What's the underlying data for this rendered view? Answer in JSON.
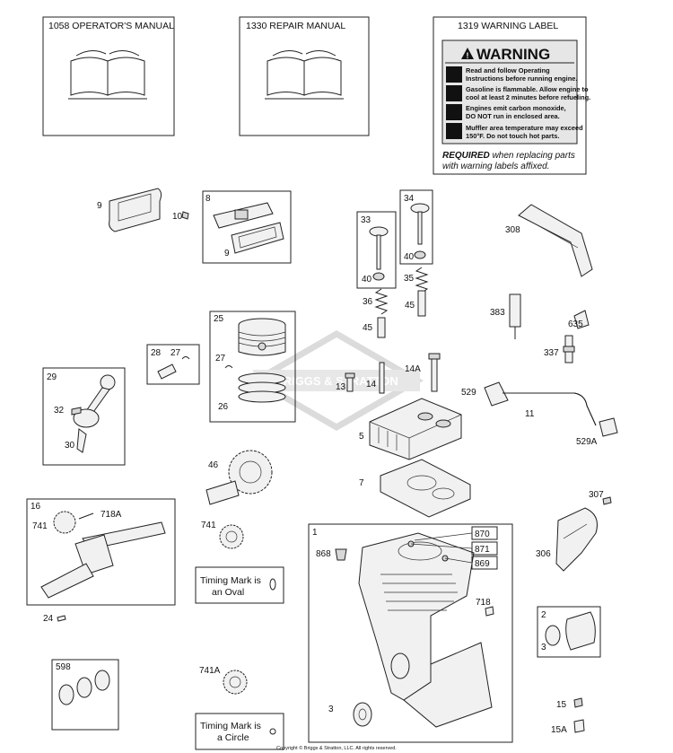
{
  "manuals": {
    "operators": "1058 OPERATOR'S MANUAL",
    "repair": "1330 REPAIR MANUAL",
    "warning_label": "1319 WARNING LABEL"
  },
  "warning": {
    "title": "WARNING",
    "line1a": "Read and follow Operating",
    "line1b": "Instructions before running engine.",
    "line2a": "Gasoline is flammable. Allow engine to",
    "line2b": "cool at least 2 minutes before refueling.",
    "line3a": "Engines emit carbon monoxide,",
    "line3b": "DO NOT run in enclosed area.",
    "line4a": "Muffler area temperature may exceed",
    "line4b": "150°F.  Do not touch hot parts.",
    "required_bold": "REQUIRED",
    "required_rest": " when replacing parts",
    "required_line2": "with warning labels affixed."
  },
  "labels": {
    "p9a": "9",
    "p10": "10",
    "p8": "8",
    "p9b": "9",
    "p33": "33",
    "p34": "34",
    "p40a": "40",
    "p40b": "40",
    "p35": "35",
    "p36": "36",
    "p45a": "45",
    "p45b": "45",
    "p308": "308",
    "p383": "383",
    "p635": "635",
    "p337": "337",
    "p25": "25",
    "p27a": "27",
    "p26": "26",
    "p28": "28",
    "p27b": "27",
    "p29": "29",
    "p32": "32",
    "p30": "30",
    "p13": "13",
    "p14": "14",
    "p14a": "14A",
    "p529": "529",
    "p11": "11",
    "p529a": "529A",
    "p5": "5",
    "p46": "46",
    "p7": "7",
    "p16": "16",
    "p741a": "741",
    "p718a": "718A",
    "p741b": "741",
    "p24": "24",
    "p598": "598",
    "p741c": "741A",
    "p1": "1",
    "p868": "868",
    "p870": "870",
    "p871": "871",
    "p869": "869",
    "p718": "718",
    "p3a": "3",
    "p3b": "3",
    "p2": "2",
    "p307": "307",
    "p306": "306",
    "p15": "15",
    "p15a": "15A"
  },
  "timing": {
    "oval_l1": "Timing Mark is",
    "oval_l2": "an Oval",
    "circle_l1": "Timing Mark is",
    "circle_l2": "a Circle"
  },
  "watermark": "BRIGGS & STRATTON",
  "copyright": "Copyright © Briggs & Stratton, LLC. All rights reserved."
}
